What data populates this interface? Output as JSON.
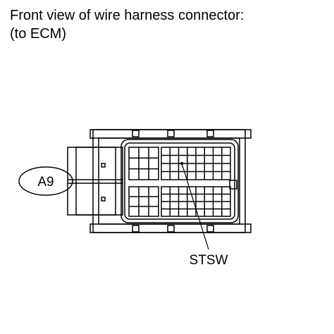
{
  "title": {
    "line1": "Front view of wire harness connector:",
    "line2": "(to ECM)"
  },
  "connector": {
    "id": "A9",
    "pin_label": "STSW"
  }
}
